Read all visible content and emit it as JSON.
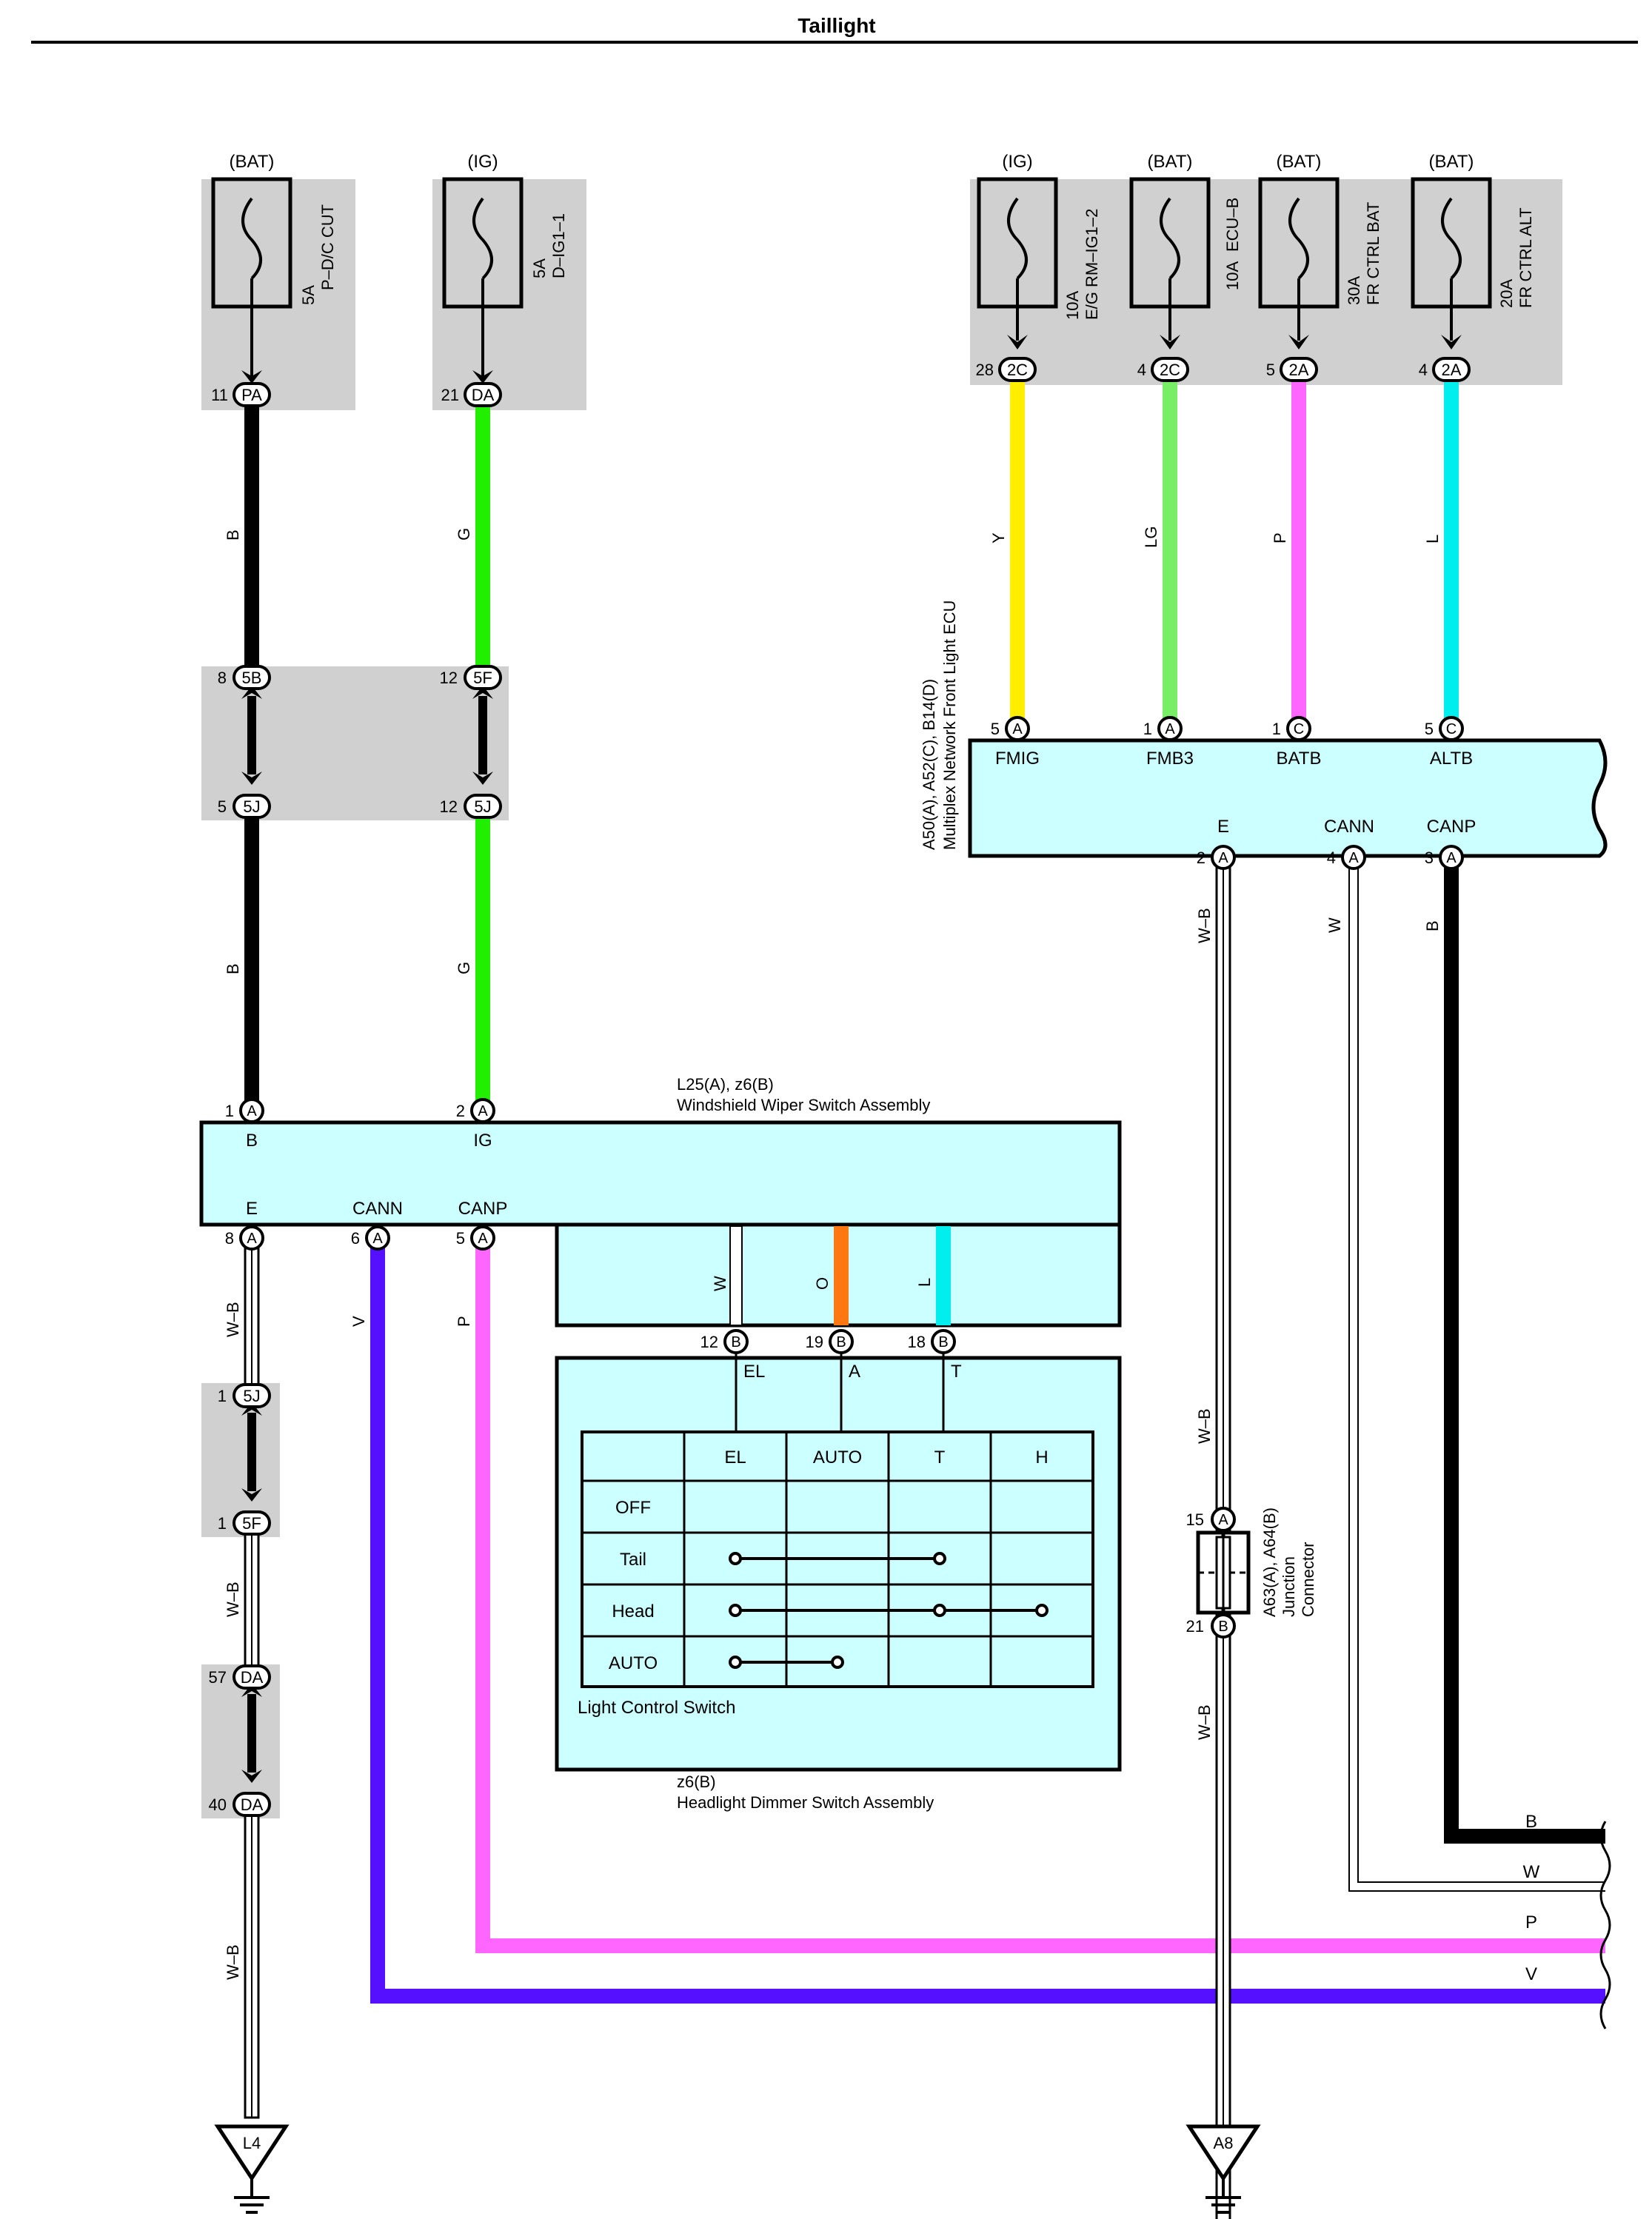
{
  "title": "Taillight",
  "colors": {
    "B": "#000000",
    "G": "#22ee00",
    "Y": "#ffee00",
    "LG": "#77ee66",
    "P": "#ff66ff",
    "L": "#00eeee",
    "V": "#5511ff",
    "O": "#ff7711",
    "W": "#ffffff",
    "WB": "#222222",
    "component_fill": "#ccffff",
    "gray_box": "#d0d0d0"
  },
  "fuses": [
    {
      "id": "pdc",
      "source": "(BAT)",
      "rating": "5A",
      "name": "P–D/C CUT",
      "pin": "11",
      "conn": "PA"
    },
    {
      "id": "dig1",
      "source": "(IG)",
      "rating": "5A",
      "name": "D–IG1–1",
      "pin": "21",
      "conn": "DA"
    },
    {
      "id": "egrm",
      "source": "(IG)",
      "rating": "10A",
      "name": "E/G RM–IG1–2",
      "pin": "28",
      "conn": "2C"
    },
    {
      "id": "ecub",
      "source": "(BAT)",
      "rating": "10A",
      "name": "ECU–B",
      "pin": "4",
      "conn": "2C"
    },
    {
      "id": "frbat",
      "source": "(BAT)",
      "rating": "30A",
      "name": "FR CTRL BAT",
      "pin": "5",
      "conn": "2A"
    },
    {
      "id": "fralt",
      "source": "(BAT)",
      "rating": "20A",
      "name": "FR CTRL ALT",
      "pin": "4",
      "conn": "2A"
    }
  ],
  "wires": {
    "B": "B",
    "G": "G",
    "Y": "Y",
    "LG": "LG",
    "P": "P",
    "L": "L",
    "W": "W",
    "WB": "W–B",
    "V": "V",
    "O": "O"
  },
  "junctions": [
    {
      "id": "j8",
      "pin": "8",
      "conn": "5B"
    },
    {
      "id": "j12a",
      "pin": "12",
      "conn": "5F"
    },
    {
      "id": "j5",
      "pin": "5",
      "conn": "5J"
    },
    {
      "id": "j12b",
      "pin": "12",
      "conn": "5J"
    },
    {
      "id": "j1a",
      "pin": "1",
      "conn": "5J"
    },
    {
      "id": "j1b",
      "pin": "1",
      "conn": "5F"
    },
    {
      "id": "j57",
      "pin": "57",
      "conn": "DA"
    },
    {
      "id": "j40",
      "pin": "40",
      "conn": "DA"
    }
  ],
  "ecu": {
    "title": "A50(A), A52(C), B14(D)",
    "name": "Multiplex Network Front Light ECU",
    "top_pins": [
      {
        "pin": "5",
        "conn": "A",
        "label": "FMIG"
      },
      {
        "pin": "1",
        "conn": "A",
        "label": "FMB3"
      },
      {
        "pin": "1",
        "conn": "C",
        "label": "BATB"
      },
      {
        "pin": "5",
        "conn": "C",
        "label": "ALTB"
      }
    ],
    "bottom_pins": [
      {
        "pin": "2",
        "conn": "A",
        "label": "E"
      },
      {
        "pin": "4",
        "conn": "A",
        "label": "CANN"
      },
      {
        "pin": "3",
        "conn": "A",
        "label": "CANP"
      }
    ]
  },
  "wiper": {
    "title": "L25(A), z6(B)",
    "name": "Windshield Wiper Switch Assembly",
    "top_pins": [
      {
        "pin": "1",
        "conn": "A",
        "label": "B"
      },
      {
        "pin": "2",
        "conn": "A",
        "label": "IG"
      }
    ],
    "bottom_pins": [
      {
        "pin": "8",
        "conn": "A",
        "label": "E"
      },
      {
        "pin": "6",
        "conn": "A",
        "label": "CANN"
      },
      {
        "pin": "5",
        "conn": "A",
        "label": "CANP"
      }
    ]
  },
  "dimmer": {
    "title": "z6(B)",
    "name": "Headlight Dimmer Switch Assembly",
    "pins": [
      {
        "pin": "12",
        "conn": "B",
        "label": "EL"
      },
      {
        "pin": "19",
        "conn": "B",
        "label": "A"
      },
      {
        "pin": "18",
        "conn": "B",
        "label": "T"
      }
    ],
    "switch_name": "Light Control Switch",
    "table": {
      "headers": [
        "EL",
        "AUTO",
        "T",
        "H"
      ],
      "rows": [
        "OFF",
        "Tail",
        "Head",
        "AUTO"
      ]
    }
  },
  "junction_connector": {
    "title": "A63(A), A64(B)",
    "line1": "Junction",
    "line2": "Connector",
    "pin_top": "15",
    "conn_top": "A",
    "pin_bottom": "21",
    "conn_bottom": "B"
  },
  "grounds": [
    "L4",
    "A8"
  ],
  "continuation_labels": [
    "B",
    "W",
    "P",
    "V"
  ]
}
